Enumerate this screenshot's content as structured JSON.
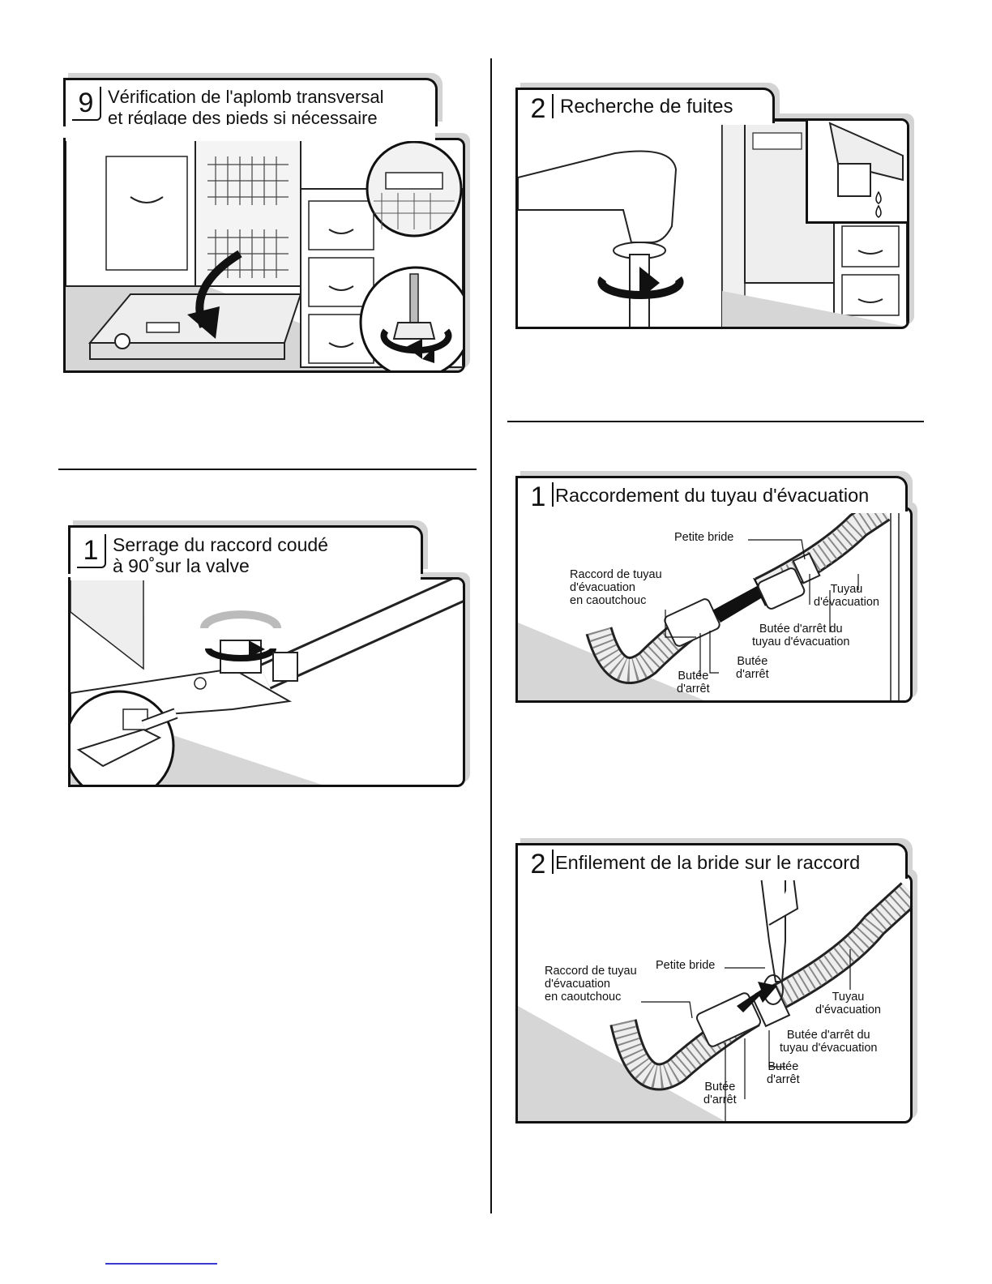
{
  "left_column": {
    "step_9": {
      "number": "9",
      "title_line1": "Vérification de l'aplomb transversal",
      "title_line2": "et réglage des pieds si nécessaire"
    },
    "step_1": {
      "number": "1",
      "title_line1": "Serrage du raccord coudé",
      "title_line2": "à 90˚sur la valve"
    }
  },
  "right_column": {
    "step_2_leaks": {
      "number": "2",
      "title": "Recherche de fuites"
    },
    "step_1_drain": {
      "number": "1",
      "title": "Raccordement du tuyau d'évacuation",
      "labels": {
        "small_clamp": "Petite bride",
        "rubber_connector": "Raccord de tuyau\nd'évacuation\nen caoutchouc",
        "drain_hose": "Tuyau\nd'évacuation",
        "hose_stop": "Butée d'arrêt du\ntuyau d'évacuation",
        "stop_right": "Butée\nd'arrêt",
        "stop_left": "Butée\nd'arrêt"
      }
    },
    "step_2_clamp": {
      "number": "2",
      "title": "Enfilement de la bride sur le raccord",
      "labels": {
        "small_clamp": "Petite bride",
        "rubber_connector": "Raccord de tuyau\nd'évacuation\nen caoutchouc",
        "drain_hose": "Tuyau\nd'évacuation",
        "hose_stop": "Butée d'arrêt du\ntuyau d'évacuation",
        "stop_right": "Butée\nd'arrêt",
        "stop_left": "Butée\nd'arrêt"
      }
    }
  }
}
